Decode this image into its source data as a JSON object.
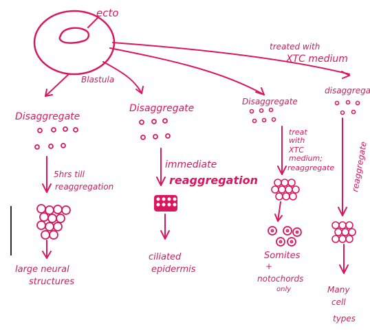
{
  "colors": {
    "ink": "#d8175f",
    "background": "#ffffff"
  },
  "top": {
    "egg_label": "ecto",
    "stage_label": "Blastula",
    "treatment_line1": "treated with",
    "treatment_line2": "XTC medium"
  },
  "branches": [
    {
      "disaggregate_label": "Disaggregate",
      "step_text": [
        "5hrs till",
        "reaggregation"
      ],
      "outcome_text": [
        "large neural",
        "structures"
      ]
    },
    {
      "disaggregate_label": "Disaggregate",
      "step_text": [
        "immediate",
        "reaggregation"
      ],
      "outcome_text": [
        "ciliated",
        "epidermis"
      ]
    },
    {
      "disaggregate_label": "Disaggregate",
      "step_text": [
        "treat",
        "with",
        "XTC",
        "medium;",
        "reaggregate"
      ],
      "outcome_text": [
        "Somites",
        "+",
        "notochords",
        "only"
      ]
    },
    {
      "disaggregate_label": "disaggregate",
      "step_text": [
        "reaggregate"
      ],
      "outcome_text": [
        "Many",
        "cell",
        "types"
      ]
    }
  ]
}
